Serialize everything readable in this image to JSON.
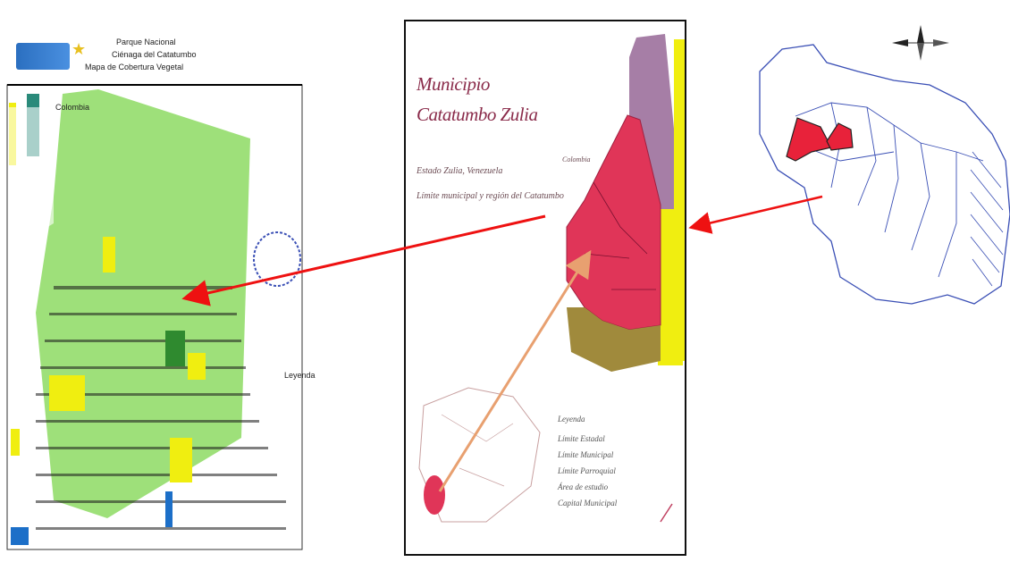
{
  "maps": {
    "left": {
      "title_lines": [
        "Parque Nacional",
        "Ciénaga del Catatumbo",
        "Mapa de Cobertura Vegetal"
      ],
      "inset_label": "Colombia",
      "legend_title": "Leyenda"
    },
    "middle": {
      "title_line1": "Municipio",
      "title_line2": "Catatumbo Zulia",
      "subtitle_line1": "Estado Zulia, Venezuela",
      "subtitle_line2": "Límite municipal y región del Catatumbo",
      "side_label_top": "Colombia",
      "legend_title": "Leyenda",
      "legend_items": [
        "Límite Estadal",
        "Límite Municipal",
        "Límite Parroquial",
        "Área de estudio",
        "Capital Municipal"
      ]
    },
    "right": {
      "compass": "north-arrow"
    }
  },
  "colors": {
    "pointer_arrow": "#ee1111",
    "inset_arrow": "#e8a070",
    "study_area": "#e03558",
    "map_green": "#9ee07a",
    "map_yellow": "#f0ee10",
    "map_purple": "#a67ea6",
    "map_olive": "#a08a3c",
    "border_blue": "#3a4fb5"
  }
}
